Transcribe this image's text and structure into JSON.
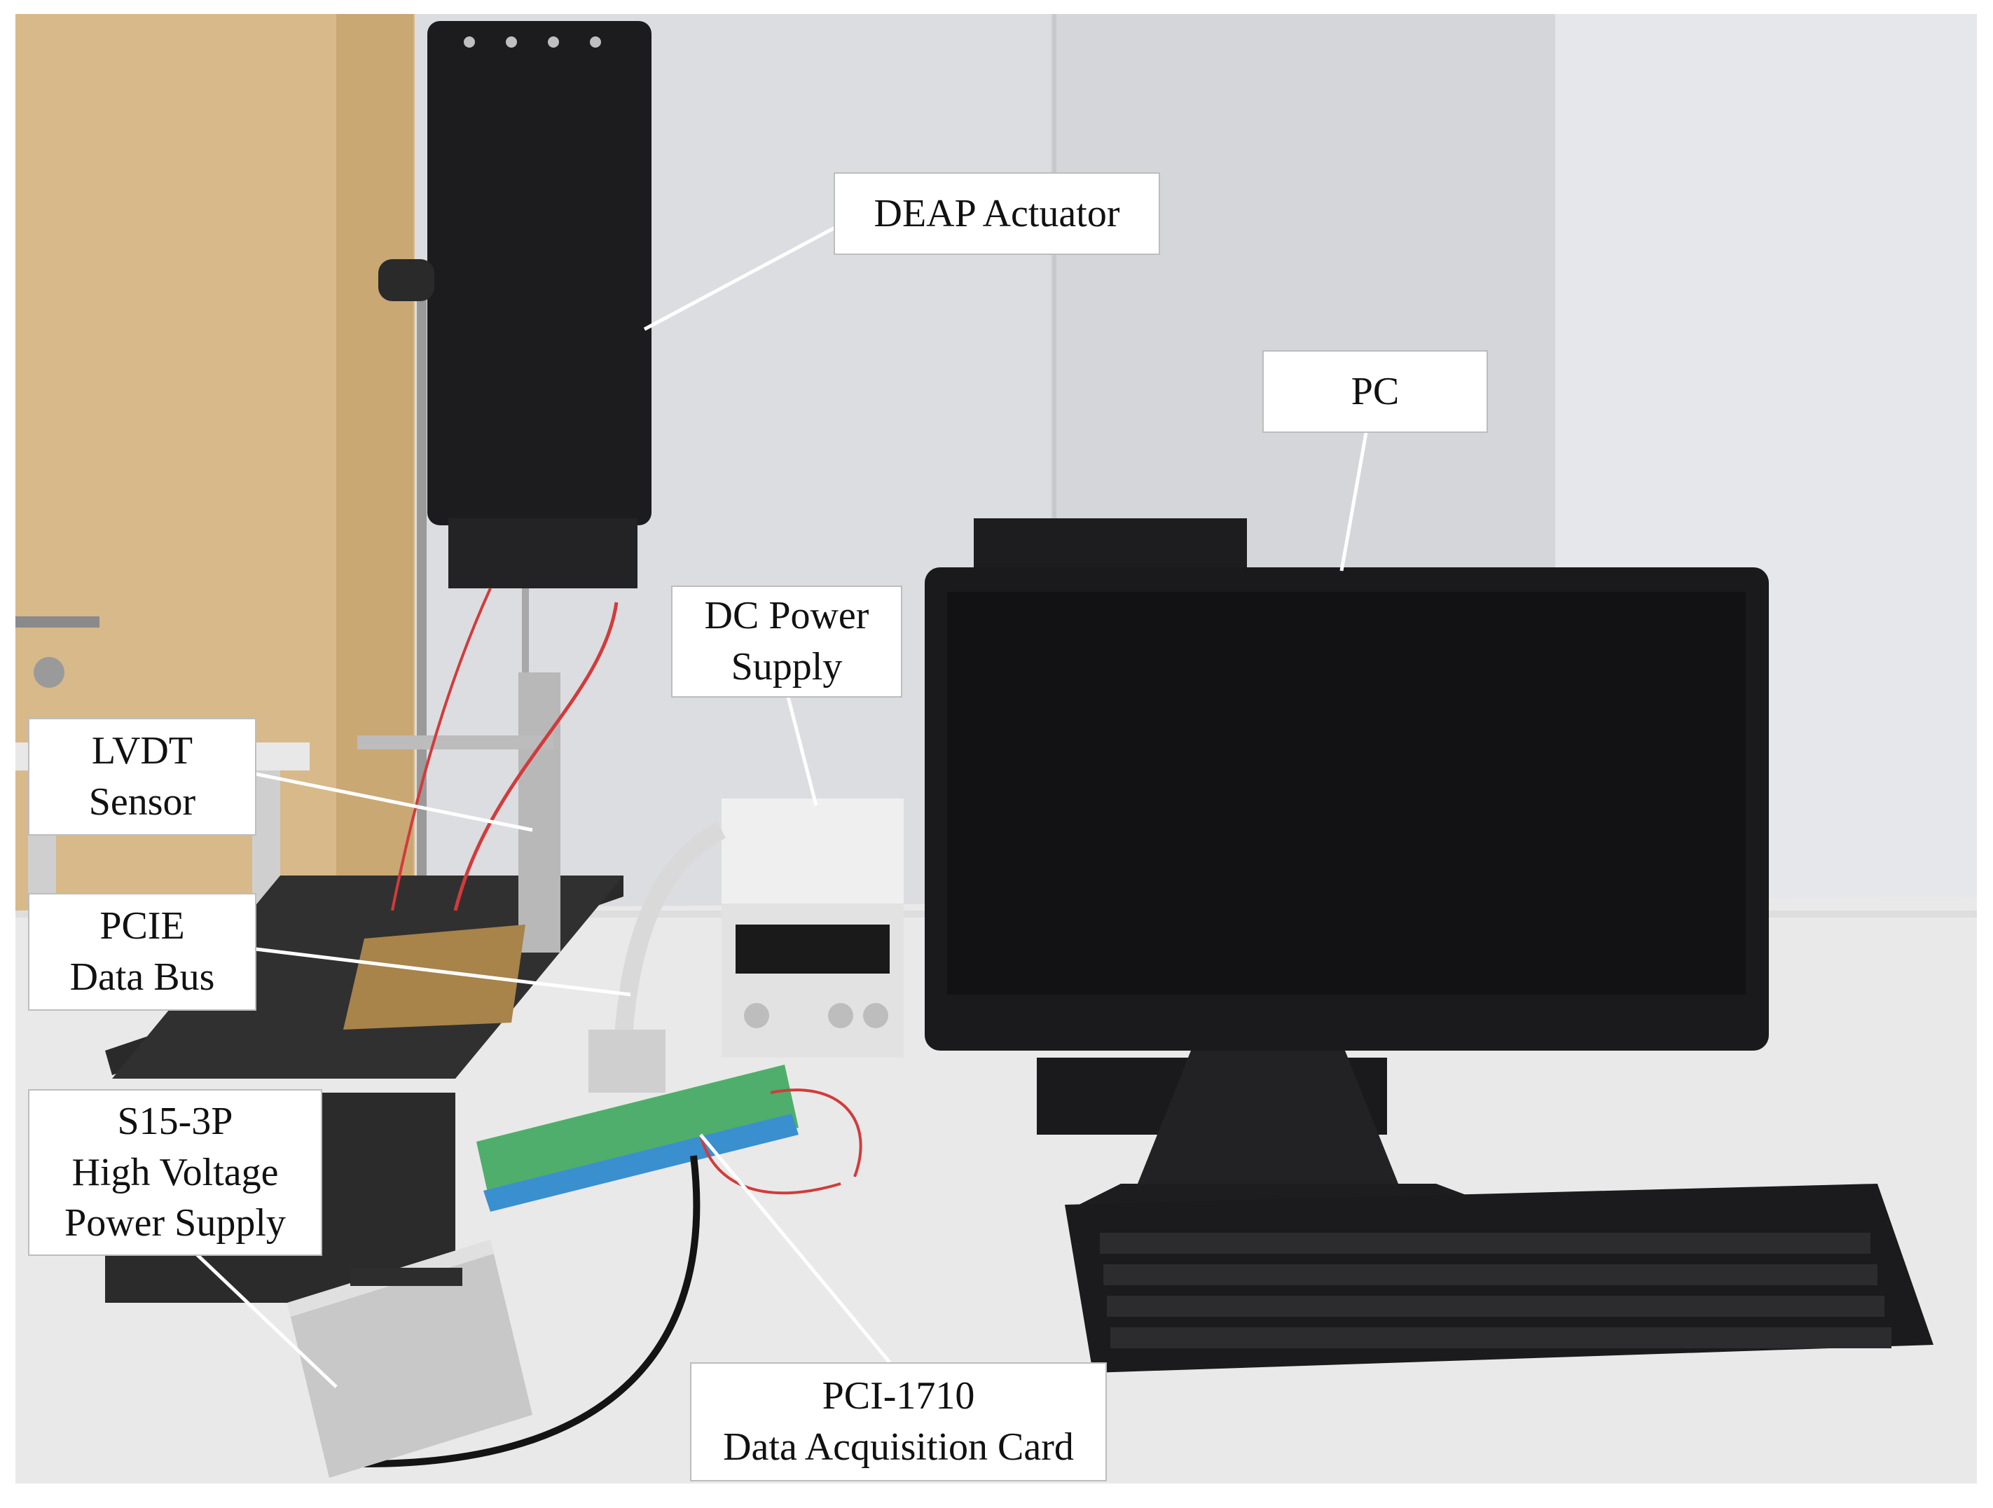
{
  "labels": {
    "deap_actuator": "DEAP Actuator",
    "pc": "PC",
    "dc_power_supply_line1": "DC Power",
    "dc_power_supply_line2": "Supply",
    "lvdt_sensor_line1": "LVDT",
    "lvdt_sensor_line2": "Sensor",
    "pcie_data_bus_line1": "PCIE",
    "pcie_data_bus_line2": "Data Bus",
    "hv_power_supply_line1": "S15-3P",
    "hv_power_supply_line2": "High Voltage",
    "hv_power_supply_line3": "Power Supply",
    "daq_card_line1": "PCI-1710",
    "daq_card_line2": "Data Acquisition Card"
  },
  "colors": {
    "wall": "#dcdde0",
    "door": "#d7b98a",
    "desk": "#e9e9e9",
    "device_black": "#1c1c1e",
    "cable_red": "#d23b3b",
    "terminal_green": "#4fae6b"
  }
}
